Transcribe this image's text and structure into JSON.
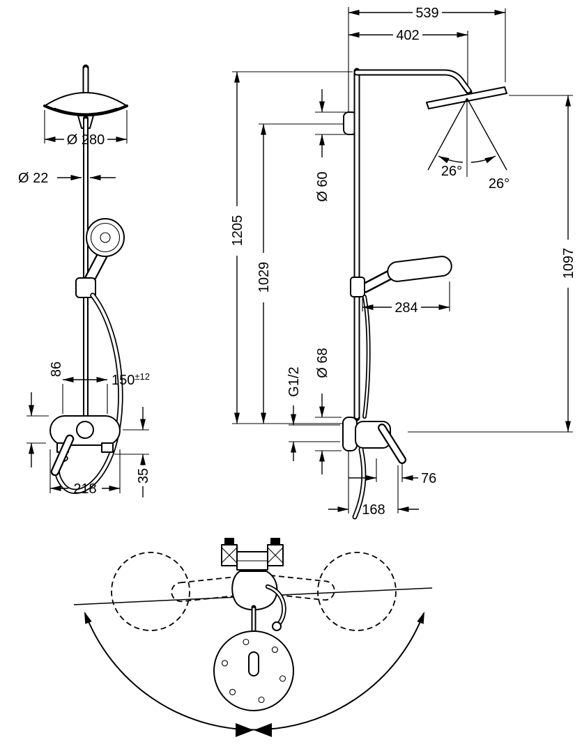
{
  "colors": {
    "background": "#ffffff",
    "line": "#000000"
  },
  "drawing": {
    "front_view": {
      "head_diameter": "Ø 280",
      "pipe_diameter": "Ø 22",
      "dim_86": "86",
      "dim_150": "150",
      "dim_150_tolerance": "±12",
      "dim_218": "218",
      "dim_35": "35"
    },
    "side_view": {
      "dim_539": "539",
      "dim_402": "402",
      "dim_1205": "1205",
      "dim_1029": "1029",
      "dim_1097": "1097",
      "plate_diameter_top": "Ø 60",
      "spray_angle_left": "26°",
      "spray_angle_right": "26°",
      "dim_284": "284",
      "plate_diameter_bottom": "Ø 68",
      "thread": "G1/2",
      "dim_76": "76",
      "dim_168": "168"
    }
  }
}
